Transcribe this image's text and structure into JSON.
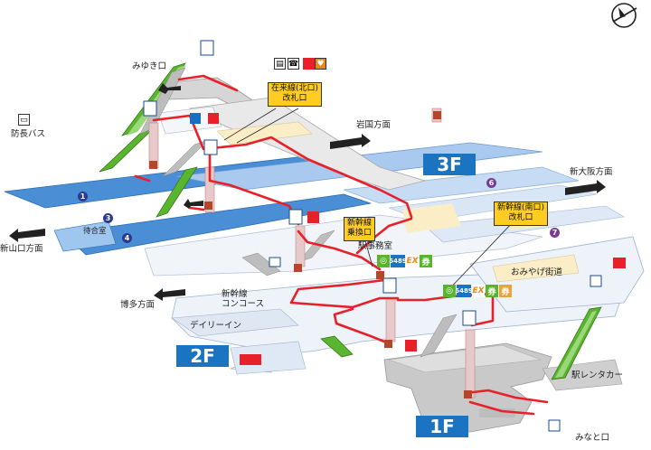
{
  "labels": {
    "miyuki_exit": "みゆき口",
    "bocho_bus": "防長バス",
    "iwakuni": "岩国方面",
    "shin_osaka": "新大阪方面",
    "shin_yamaguchi": "新山口方面",
    "hakata": "博多方面",
    "waiting_room": "待合室",
    "station_office": "駅事務室",
    "omiyage": "おみやげ街道",
    "shinkansen_concourse_1": "新幹線",
    "shinkansen_concourse_2": "コンコース",
    "daily_in": "デイリーイン",
    "rent_a_car": "駅レンタカー",
    "minato_exit": "みなと口"
  },
  "gates": {
    "zairai_north_1": "在来線(北口)",
    "zairai_north_2": "改札口",
    "shinkansen_transfer_1": "新幹線",
    "shinkansen_transfer_2": "乗換口",
    "shinkansen_south_1": "新幹線(南口)",
    "shinkansen_south_2": "改札口"
  },
  "floors": {
    "f3": "3F",
    "f2": "2F",
    "f1": "1F"
  },
  "platforms": {
    "p1": "1",
    "p3": "3",
    "p4": "4",
    "p6": "6",
    "p7": "7"
  },
  "icons": {
    "aed": "AED",
    "ex": "EX",
    "ticket": "券",
    "price": "5489"
  },
  "colors": {
    "route": "#e8202a",
    "platform_blue": "#4a8fd6",
    "floor_badge": "#1a74c2",
    "gate_yellow": "#ffcc22",
    "escalator_green": "#5ab52e",
    "floor_gray": "#cfcfcf"
  }
}
